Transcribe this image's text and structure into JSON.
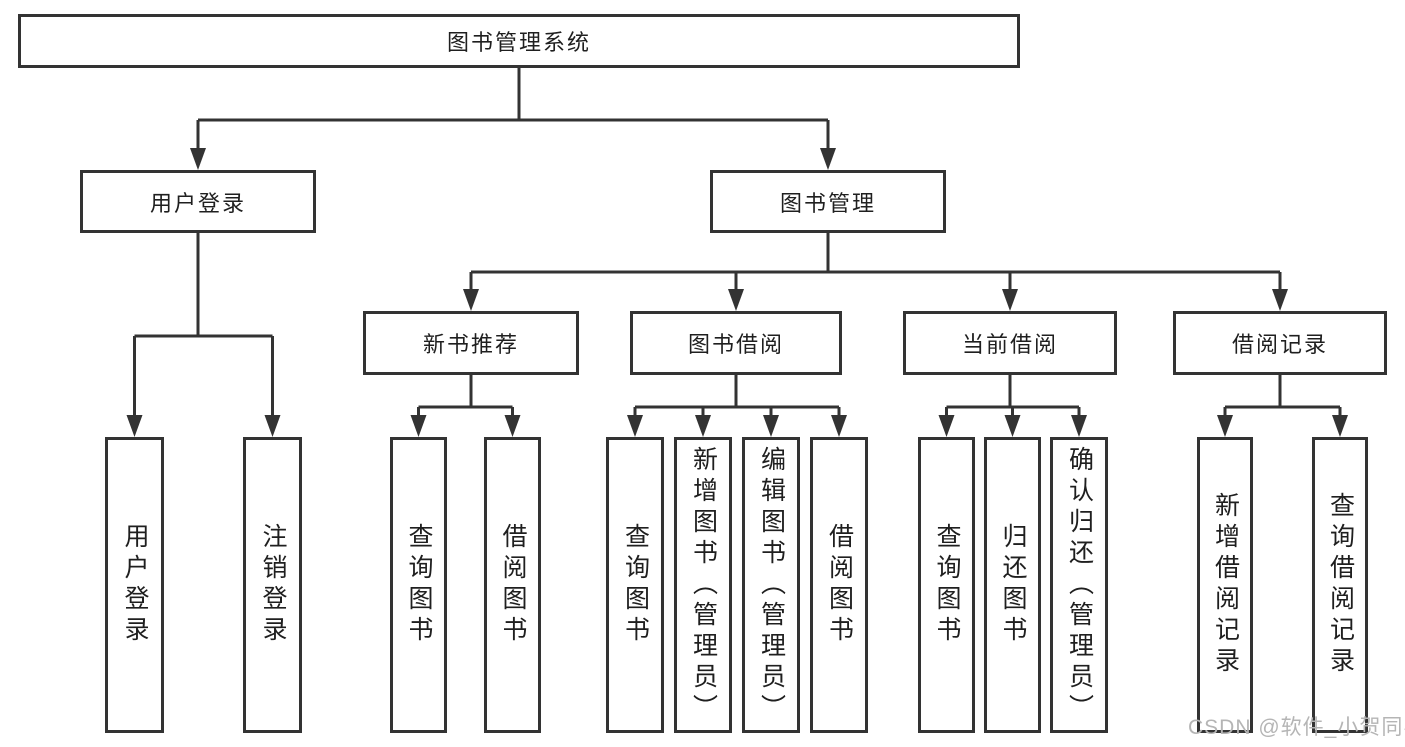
{
  "diagram": {
    "root": {
      "label": "图书管理系统"
    },
    "level1": [
      {
        "label": "用户登录"
      },
      {
        "label": "图书管理"
      }
    ],
    "level2": [
      {
        "label": "新书推荐"
      },
      {
        "label": "图书借阅"
      },
      {
        "label": "当前借阅"
      },
      {
        "label": "借阅记录"
      }
    ],
    "leaves": [
      {
        "label": "用户登录"
      },
      {
        "label": "注销登录"
      },
      {
        "label": "查询图书"
      },
      {
        "label": "借阅图书"
      },
      {
        "label": "查询图书"
      },
      {
        "label": "新增图书（管理员）"
      },
      {
        "label": "编辑图书（管理员）"
      },
      {
        "label": "借阅图书"
      },
      {
        "label": "查询图书"
      },
      {
        "label": "归还图书"
      },
      {
        "label": "确认归还（管理员）"
      },
      {
        "label": "新增借阅记录"
      },
      {
        "label": "查询借阅记录"
      }
    ],
    "watermark": "CSDN @软件_小贺同学",
    "colors": {
      "line": "#333333",
      "box_border": "#333333",
      "text": "#1f1f1f",
      "watermark": "#b5b5b5",
      "background": "#ffffff"
    }
  }
}
